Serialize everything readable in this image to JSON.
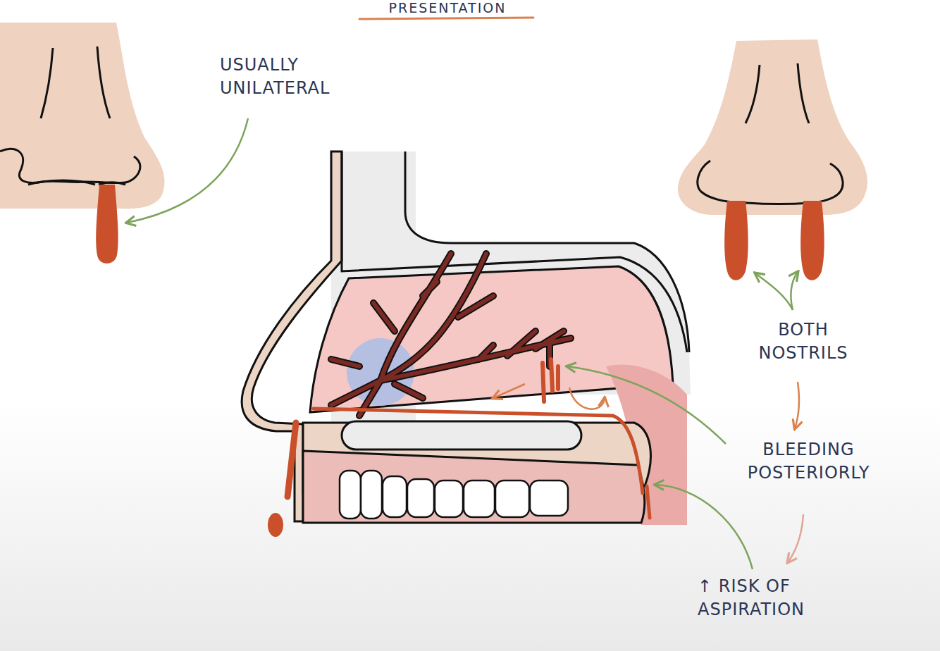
{
  "diagram": {
    "title": "PRESENTATION",
    "labels": [
      "USUALLY UNILATERAL",
      "BOTH NOSTRILS",
      "BLEEDING POSTERIORLY",
      "↑ RISK OF ASPIRATION"
    ]
  }
}
